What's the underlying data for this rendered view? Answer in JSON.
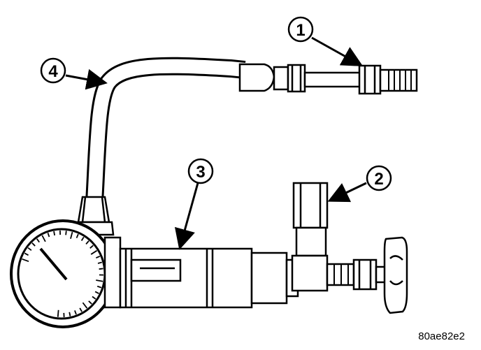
{
  "callouts": [
    {
      "id": "1",
      "label": "1"
    },
    {
      "id": "2",
      "label": "2"
    },
    {
      "id": "3",
      "label": "3"
    },
    {
      "id": "4",
      "label": "4"
    }
  ],
  "figure_id": "80ae82e2",
  "colors": {
    "ink": "#000000",
    "paper": "#ffffff",
    "shade": "#d9d9d9"
  }
}
